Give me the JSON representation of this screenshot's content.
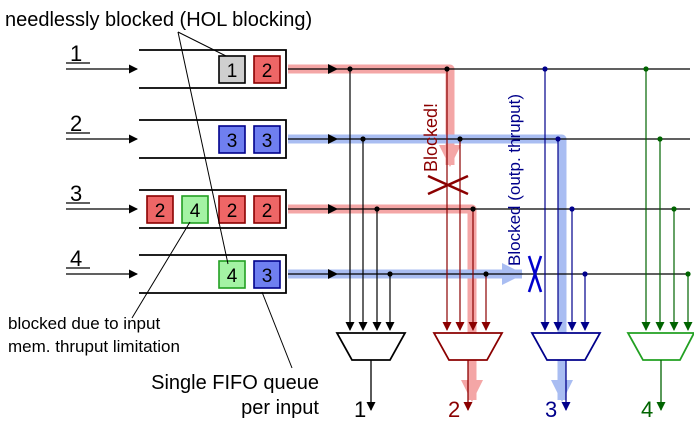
{
  "annotations": {
    "hol_blocking": "needlessly blocked (HOL blocking)",
    "input_limit_line1": "blocked due to input",
    "input_limit_line2": "mem. thruput limitation",
    "fifo_line1": "Single FIFO queue",
    "fifo_line2": "per input",
    "blocked": "Blocked!",
    "blocked_output": "Blocked (outp. thruput)"
  },
  "inputs": [
    {
      "label": "1",
      "queue": [
        "1",
        "2"
      ]
    },
    {
      "label": "2",
      "queue": [
        "3",
        "3"
      ]
    },
    {
      "label": "3",
      "queue": [
        "2",
        "4",
        "2",
        "2"
      ]
    },
    {
      "label": "4",
      "queue": [
        "4",
        "3"
      ]
    }
  ],
  "outputs": [
    {
      "label": "1",
      "color": "#000000"
    },
    {
      "label": "2",
      "color": "#8b0000"
    },
    {
      "label": "3",
      "color": "#00008b"
    },
    {
      "label": "4",
      "color": "#006400"
    }
  ],
  "colors": {
    "red_fill": "#ee6666",
    "red_stroke": "#8b0000",
    "red_highlight": "#f4a6a6",
    "blue_fill": "#6f7ff0",
    "blue_stroke": "#00008b",
    "blue_highlight": "#a9bdf2",
    "green_fill": "#a4f3a4",
    "green_stroke": "#22a022",
    "gray_fill": "#cfcfcf"
  }
}
